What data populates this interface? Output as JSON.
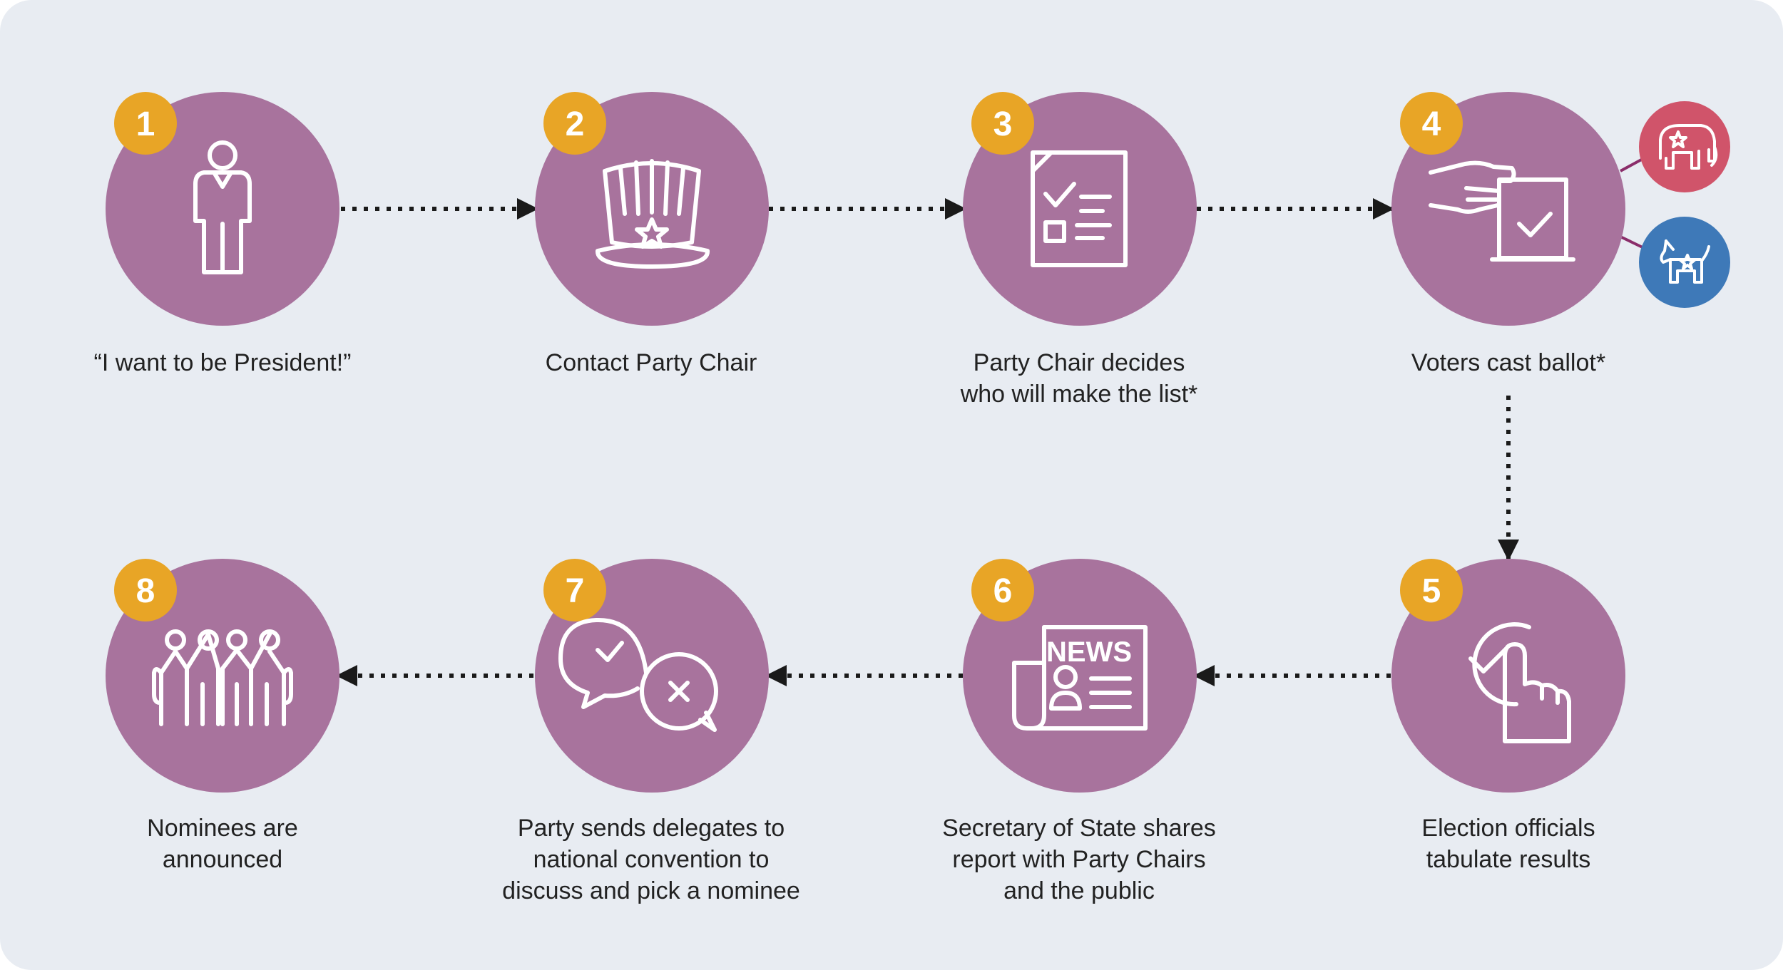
{
  "colors": {
    "background": "#e8ecf2",
    "circle": "#a8739d",
    "badge": "#e8a526",
    "connector": "#1a1a1a",
    "icon_stroke": "#ffffff",
    "label_text": "#222222",
    "republican": "#d0546a",
    "democrat": "#3e79b8",
    "party_link": "#8a2d6a"
  },
  "steps": [
    {
      "number": "1",
      "label": "“I want to be President!”",
      "icon": "person-icon"
    },
    {
      "number": "2",
      "label": "Contact Party Chair",
      "icon": "uncle-sam-hat-icon"
    },
    {
      "number": "3",
      "label": "Party Chair decides\nwho will make the list*",
      "icon": "checklist-document-icon"
    },
    {
      "number": "4",
      "label": "Voters cast ballot*",
      "icon": "ballot-box-icon"
    },
    {
      "number": "5",
      "label": "Election officials\ntabulate results",
      "icon": "hand-pointer-check-icon"
    },
    {
      "number": "6",
      "label": "Secretary of State shares\nreport with Party Chairs\nand the public",
      "icon": "newspaper-icon"
    },
    {
      "number": "7",
      "label": "Party sends delegates to\nnational convention to\ndiscuss and pick a nominee",
      "icon": "chat-bubbles-icon"
    },
    {
      "number": "8",
      "label": "Nominees are\nannounced",
      "icon": "group-celebrating-icon"
    }
  ],
  "news_text": "NEWS",
  "parties": [
    {
      "name": "republican",
      "icon": "elephant-icon"
    },
    {
      "name": "democrat",
      "icon": "donkey-icon"
    }
  ]
}
